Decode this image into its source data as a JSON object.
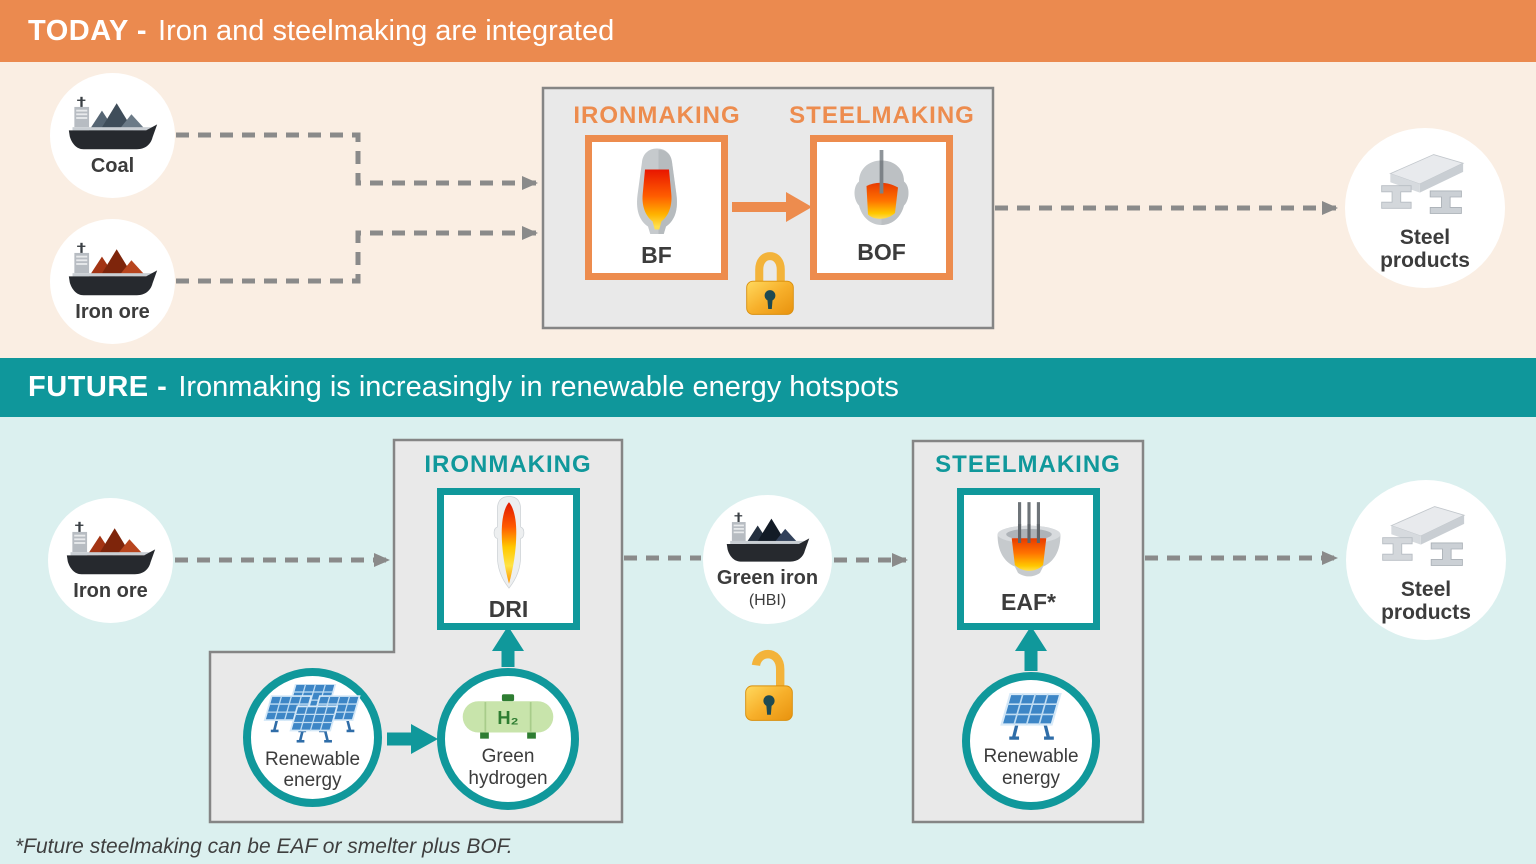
{
  "colors": {
    "orange_accent": "#ED8C4E",
    "orange_header_bg": "#EB8A4F",
    "peach_bg": "#FAEEE3",
    "teal_accent": "#10989B",
    "teal_header_bg": "#0F979B",
    "light_teal_bg": "#DBF0EF",
    "box_fill": "#E9E9E9",
    "box_border": "#858585",
    "connector_gray": "#8A8A8A",
    "text_dark": "#3C3C3C",
    "lock_gold": "#F2A51C",
    "molten_red": "#E83A00",
    "molten_yellow": "#FFC800",
    "solar_blue": "#3D86C6",
    "hydrogen_green": "#2E7D32"
  },
  "today": {
    "header_tag": "TODAY -",
    "header_title": "Iron and steelmaking are integrated",
    "coal_label": "Coal",
    "iron_ore_label": "Iron ore",
    "ironmaking_title": "IRONMAKING",
    "steelmaking_title": "STEELMAKING",
    "bf_label": "BF",
    "bof_label": "BOF",
    "steel_products_label": "Steel products",
    "lock_state": "locked"
  },
  "future": {
    "header_tag": "FUTURE -",
    "header_title": "Ironmaking is increasingly in renewable energy hotspots",
    "iron_ore_label": "Iron ore",
    "ironmaking_title": "IRONMAKING",
    "dri_label": "DRI",
    "renewable_energy_label": "Renewable energy",
    "green_hydrogen_label": "Green hydrogen",
    "hydrogen_text": "H₂",
    "green_iron_label": "Green iron",
    "green_iron_sublabel": "(HBI)",
    "lock_state": "unlocked",
    "steelmaking_title": "STEELMAKING",
    "eaf_label": "EAF*",
    "renewable_energy_label_2": "Renewable energy",
    "steel_products_label": "Steel products"
  },
  "footnote": "*Future steelmaking can be EAF or smelter plus BOF.",
  "icons": {
    "coal": "cargo-ship-icon",
    "iron_ore": "cargo-ship-icon",
    "green_iron": "cargo-ship-icon",
    "bf": "blast-furnace-icon",
    "bof": "bof-converter-icon",
    "dri": "dri-furnace-icon",
    "eaf": "eaf-furnace-icon",
    "locked": "padlock-closed-icon",
    "unlocked": "padlock-open-icon",
    "renewable_energy": "solar-panel-icon",
    "green_hydrogen": "hydrogen-tank-icon",
    "steel_products": "steel-beams-icon"
  }
}
